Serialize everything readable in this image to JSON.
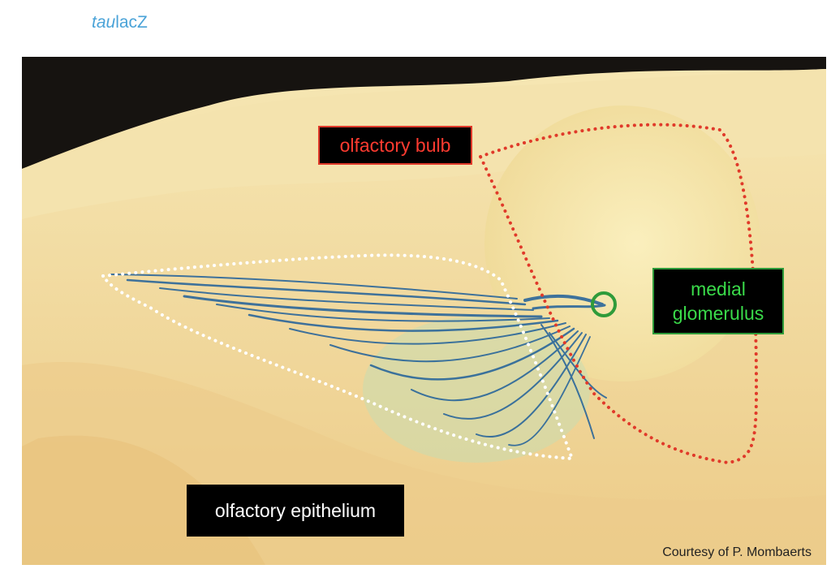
{
  "title": {
    "italic": "tau",
    "rest": "lacZ"
  },
  "labels": {
    "olfactory_bulb": "olfactory bulb",
    "medial_glomerulus_line1": "medial",
    "medial_glomerulus_line2": "glomerulus",
    "olfactory_epithelium": "olfactory epithelium"
  },
  "credit": "Courtesy of P. Mombaerts",
  "colors": {
    "title": "#4aa3d8",
    "bulb_outline": "#e03a2a",
    "glomerulus": "#2f9b3a",
    "epithelium_outline": "#ffffff",
    "stain": "#1f5f9a",
    "tissue": "#f2dfa6"
  }
}
